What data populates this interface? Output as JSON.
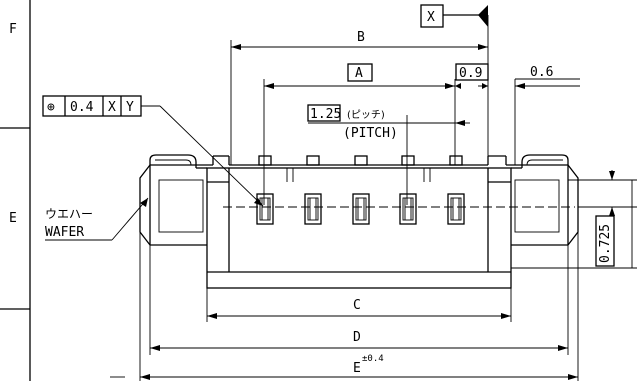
{
  "zones": [
    "F",
    "E"
  ],
  "datum_x": "X",
  "dimensions": {
    "b": "B",
    "a": "A",
    "pin_offset": "0.9",
    "clearance": "0.6",
    "pitch_value": "1.25",
    "pitch_jp": "(ピッチ)",
    "pitch_en": "(PITCH)",
    "c": "C",
    "d": "D",
    "e": "E",
    "e_tolerance": "±0.4",
    "height": "0.725"
  },
  "position_tolerance": {
    "symbol": "⊕",
    "value": "0.4",
    "datum_1": "X",
    "datum_2": "Y"
  },
  "callout": {
    "jp": "ウエハー",
    "en": "WAFER"
  }
}
